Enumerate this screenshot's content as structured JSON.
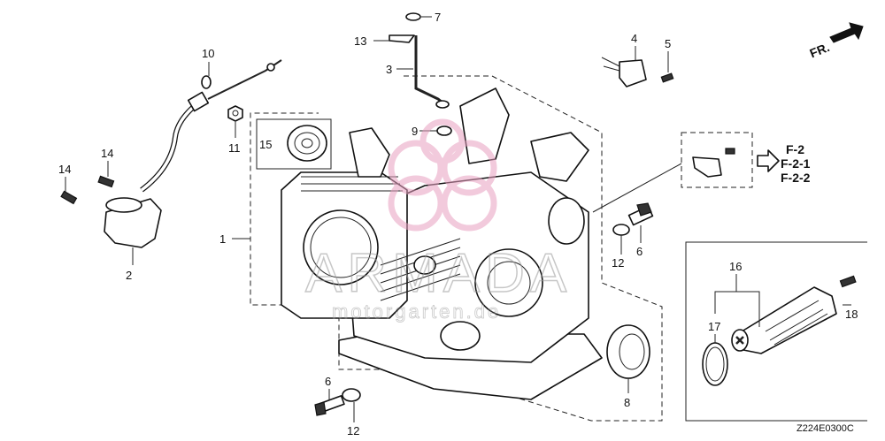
{
  "diagram": {
    "callouts": [
      {
        "id": "c1",
        "text": "1"
      },
      {
        "id": "c2",
        "text": "2"
      },
      {
        "id": "c3",
        "text": "3"
      },
      {
        "id": "c4",
        "text": "4"
      },
      {
        "id": "c5",
        "text": "5"
      },
      {
        "id": "c6a",
        "text": "6"
      },
      {
        "id": "c6b",
        "text": "6"
      },
      {
        "id": "c7",
        "text": "7"
      },
      {
        "id": "c8",
        "text": "8"
      },
      {
        "id": "c9",
        "text": "9"
      },
      {
        "id": "c10",
        "text": "10"
      },
      {
        "id": "c11",
        "text": "11"
      },
      {
        "id": "c12a",
        "text": "12"
      },
      {
        "id": "c12b",
        "text": "12"
      },
      {
        "id": "c13",
        "text": "13"
      },
      {
        "id": "c14a",
        "text": "14"
      },
      {
        "id": "c14b",
        "text": "14"
      },
      {
        "id": "c15",
        "text": "15"
      },
      {
        "id": "c16",
        "text": "16"
      },
      {
        "id": "c17",
        "text": "17"
      },
      {
        "id": "c18",
        "text": "18"
      }
    ],
    "direction_label": "FR.",
    "refs": [
      "F-2",
      "F-2-1",
      "F-2-2"
    ],
    "drawing_code": "Z224E0300C",
    "watermark": {
      "text": "ARMADA",
      "subtext": "motorgarten.de"
    },
    "colors": {
      "line": "#111111",
      "watermark": "#e8a0c0",
      "background": "#ffffff"
    }
  }
}
